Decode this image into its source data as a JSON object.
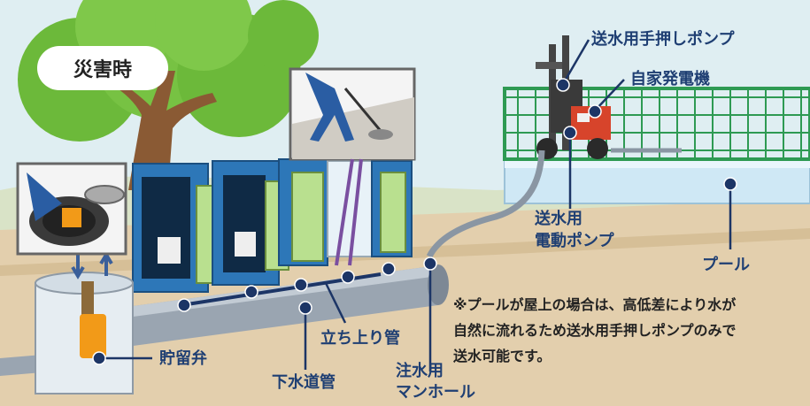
{
  "title": "災害時",
  "labels": {
    "pump_hand": "送水用手押しポンプ",
    "generator": "自家発電機",
    "pump_electric_1": "送水用",
    "pump_electric_2": "電動ポンプ",
    "pool": "プール",
    "riser": "立ち上り管",
    "sewer": "下水道管",
    "manhole_1": "注水用",
    "manhole_2": "マンホール",
    "valve": "貯留弁"
  },
  "note": [
    "※プールが屋上の場合は、高低差により水が",
    "自然に流れるため送水用手押しポンプのみで",
    "送水可能です。"
  ],
  "colors": {
    "label_text": "#1f3f73",
    "marker_dot": "#1c3566",
    "pipe": "#8a96a3",
    "ground": "#e3cfad",
    "sky": "#dfeef2",
    "toilet_blue": "#2d77b8",
    "toilet_door": "#b9e08f",
    "fence": "#2e9a53",
    "generator": "#d7442b",
    "pool_water": "#cfe8f5",
    "tree": "#6cb93a"
  }
}
